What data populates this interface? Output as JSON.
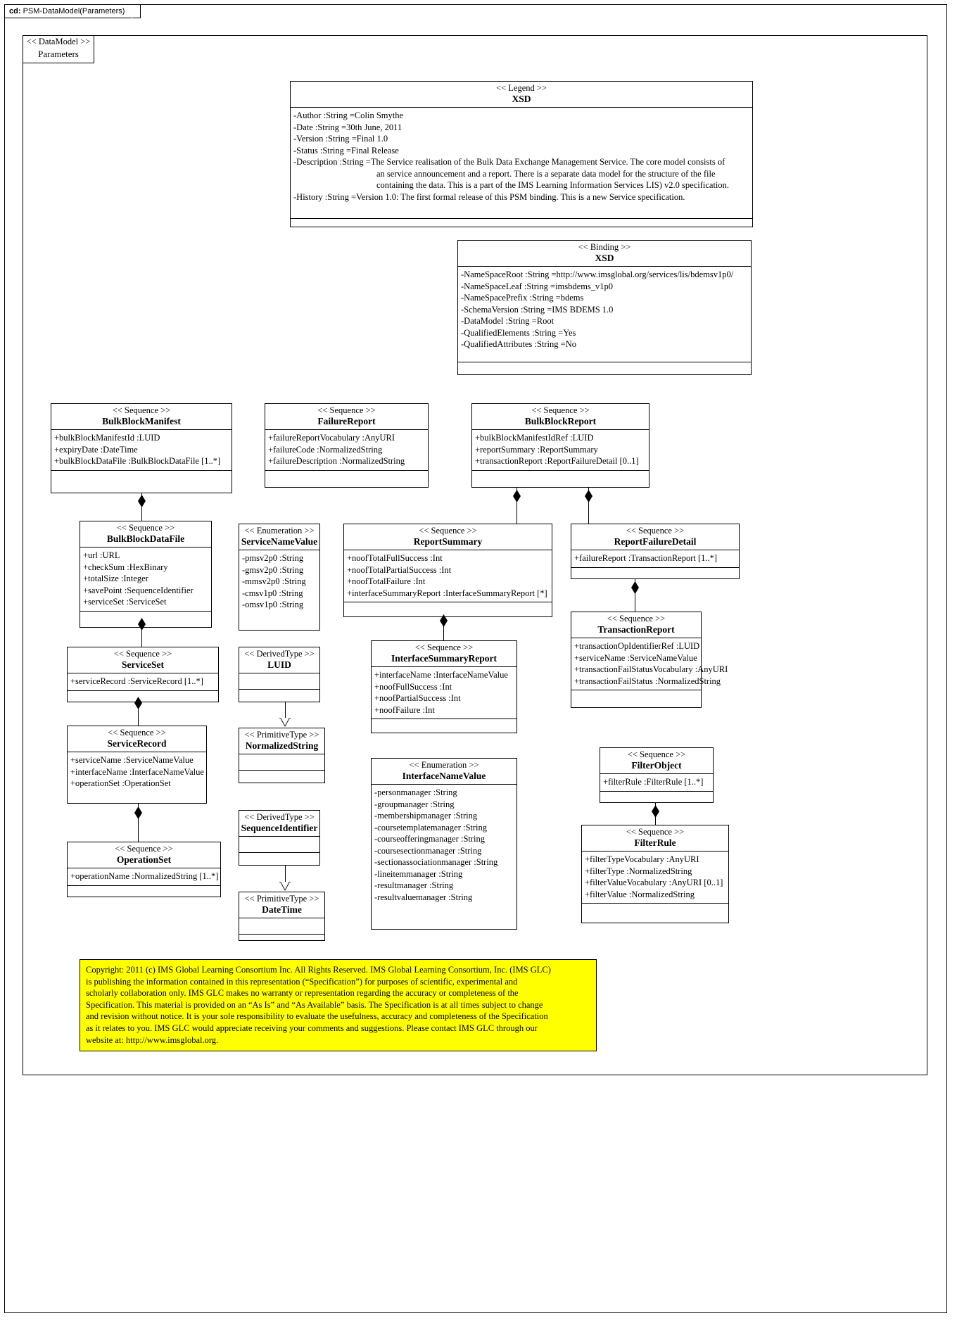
{
  "diagram": {
    "frame_label_prefix": "cd:",
    "frame_label": "PSM-DataModel(Parameters)",
    "package_stereotype": "<< DataModel >>",
    "package_name": "Parameters"
  },
  "legend": {
    "stereotype": "<< Legend >>",
    "name": "XSD",
    "attributes": [
      "-Author :String =Colin Smythe",
      "-Date :String =30th June, 2011",
      "-Version :String =Final 1.0",
      "-Status :String =Final Release"
    ],
    "description_label": "-Description  :String =",
    "description_lines": [
      "The Service realisation of the Bulk Data Exchange Management Service.  The core model consists of",
      "an service announcement and a report.  There is a separate data model for the structure of the file",
      "containing the data. This is a part of the IMS Learning Information Services LIS) v2.0 specification."
    ],
    "history_label": "-History :String =",
    "history_lines": [
      "Version 1.0: The first formal release of this PSM binding.  This is a new Service specification."
    ]
  },
  "binding": {
    "stereotype": "<< Binding  >>",
    "name": "XSD",
    "attributes": [
      "-NameSpaceRoot :String =http://www.imsglobal.org/services/lis/bdemsv1p0/",
      "-NameSpaceLeaf :String =imsbdems_v1p0",
      "-NameSpacePrefix  :String =bdems",
      "-SchemaVersion  :String =IMS BDEMS 1.0",
      "-DataModel :String =Root",
      "-QualifiedElements   :String =Yes",
      "-QualifiedAttributes   :String =No"
    ]
  },
  "classes": {
    "bulkBlockManifest": {
      "stereotype": "<< Sequence >>",
      "name": "BulkBlockManifest",
      "attributes": [
        "+bulkBlockManifestId  :LUID",
        "+expiryDate :DateTime",
        "+bulkBlockDataFile  :BulkBlockDataFile  [1..*]"
      ]
    },
    "failureReport": {
      "stereotype": "<< Sequence >>",
      "name": "FailureReport",
      "attributes": [
        "+failureReportVocabulary  :AnyURI",
        "+failureCode :NormalizedString",
        "+failureDescription  :NormalizedString"
      ]
    },
    "bulkBlockReport": {
      "stereotype": "<< Sequence >>",
      "name": "BulkBlockReport",
      "attributes": [
        "+bulkBlockManifestIdRef  :LUID",
        "+reportSummary  :ReportSummary",
        "+transactionReport :ReportFailureDetail  [0..1]"
      ]
    },
    "bulkBlockDataFile": {
      "stereotype": "<< Sequence >>",
      "name": "BulkBlockDataFile",
      "attributes": [
        "+url :URL",
        "+checkSum :HexBinary",
        "+totalSize :Integer",
        "+savePoint :SequenceIdentifier",
        "+serviceSet :ServiceSet"
      ]
    },
    "serviceNameValue": {
      "stereotype": "<< Enumeration >>",
      "name": "ServiceNameValue",
      "attributes": [
        "-pmsv2p0 :String",
        "-gmsv2p0 :String",
        "-mmsv2p0 :String",
        "-cmsv1p0 :String",
        "-omsv1p0 :String"
      ]
    },
    "reportSummary": {
      "stereotype": "<< Sequence >>",
      "name": "ReportSummary",
      "attributes": [
        "+noofTotalFullSuccess  :Int",
        "+noofTotalPartialSuccess  :Int",
        "+noofTotalFailure  :Int",
        "+interfaceSummaryReport   :InterfaceSummaryReport   [*]"
      ]
    },
    "reportFailureDetail": {
      "stereotype": "<< Sequence >>",
      "name": "ReportFailureDetail",
      "attributes": [
        "+failureReport :TransactionReport [1..*]"
      ]
    },
    "serviceSet": {
      "stereotype": "<< Sequence >>",
      "name": "ServiceSet",
      "attributes": [
        "+serviceRecord :ServiceRecord [1..*]"
      ]
    },
    "luid": {
      "stereotype": "<< DerivedType >>",
      "name": "LUID",
      "attributes": []
    },
    "interfaceSummaryReport": {
      "stereotype": "<< Sequence >>",
      "name": "InterfaceSummaryReport",
      "attributes": [
        "+interfaceName :InterfaceNameValue",
        "+noofFullSuccess  :Int",
        "+noofPartialSuccess  :Int",
        "+noofFailure  :Int"
      ]
    },
    "transactionReport": {
      "stereotype": "<< Sequence >>",
      "name": "TransactionReport",
      "attributes": [
        "+transactionOpIdentifierRef  :LUID",
        "+serviceName :ServiceNameValue",
        "+transactionFailStatusVocabulary   :AnyURI",
        "+transactionFailStatus :NormalizedString"
      ]
    },
    "serviceRecord": {
      "stereotype": "<< Sequence >>",
      "name": "ServiceRecord",
      "attributes": [
        "+serviceName :ServiceNameValue",
        "+interfaceName :InterfaceNameValue",
        "+operationSet :OperationSet"
      ]
    },
    "normalizedString": {
      "stereotype": "<< PrimitiveType   >>",
      "name": "NormalizedString",
      "attributes": []
    },
    "interfaceNameValue": {
      "stereotype": "<< Enumeration  >>",
      "name": "InterfaceNameValue",
      "attributes": [
        "-personmanager  :String",
        "-groupmanager  :String",
        "-membershipmanager   :String",
        "-coursetemplatemanager   :String",
        "-courseofferingmanager   :String",
        "-coursesectionmanager   :String",
        "-sectionassociationmanager   :String",
        "-lineitemmanager   :String",
        "-resultmanager   :String",
        "-resultvaluemanager   :String"
      ]
    },
    "filterObject": {
      "stereotype": "<< Sequence >>",
      "name": "FilterObject",
      "attributes": [
        "+filterRule  :FilterRule  [1..*]"
      ]
    },
    "sequenceIdentifier": {
      "stereotype": "<< DerivedType >>",
      "name": "SequenceIdentifier",
      "attributes": []
    },
    "filterRule": {
      "stereotype": "<< Sequence >>",
      "name": "FilterRule",
      "attributes": [
        "+filterTypeVocabulary   :AnyURI",
        "+filterType :NormalizedString",
        "+filterValueVocabulary   :AnyURI [0..1]",
        "+filterValue  :NormalizedString"
      ]
    },
    "operationSet": {
      "stereotype": "<< Sequence >>",
      "name": "OperationSet",
      "attributes": [
        "+operationName :NormalizedString  [1..*]"
      ]
    },
    "dateTime": {
      "stereotype": "<< PrimitiveType   >>",
      "name": "DateTime",
      "attributes": []
    }
  },
  "copyright_note": {
    "lines": [
      "Copyright: 2011 (c) IMS Global Learning Consortium Inc.  All Rights Reserved.  IMS Global Learning Consortium, Inc. (IMS GLC)",
      "is publishing the information contained in this representation (“Specification”) for purposes of scientific, experimental and",
      "scholarly collaboration only.  IMS GLC makes no warranty or representation regarding  the accuracy or completeness of the",
      "Specification.  This material is provided on an “As Is” and “As Available” basis.  The Specification is at all times subject to change",
      "and revision without notice.  It is your sole responsibility to evaluate the usefulness, accuracy and completeness of the Specification",
      "as it relates to you.  IMS GLC would appreciate receiving your comments and suggestions.  Please contact IMS GLC through our",
      "website at: http://www.imsglobal.org."
    ]
  },
  "colors": {
    "note_background": "#ffff00",
    "line": "#000000",
    "page_background": "#ffffff"
  }
}
